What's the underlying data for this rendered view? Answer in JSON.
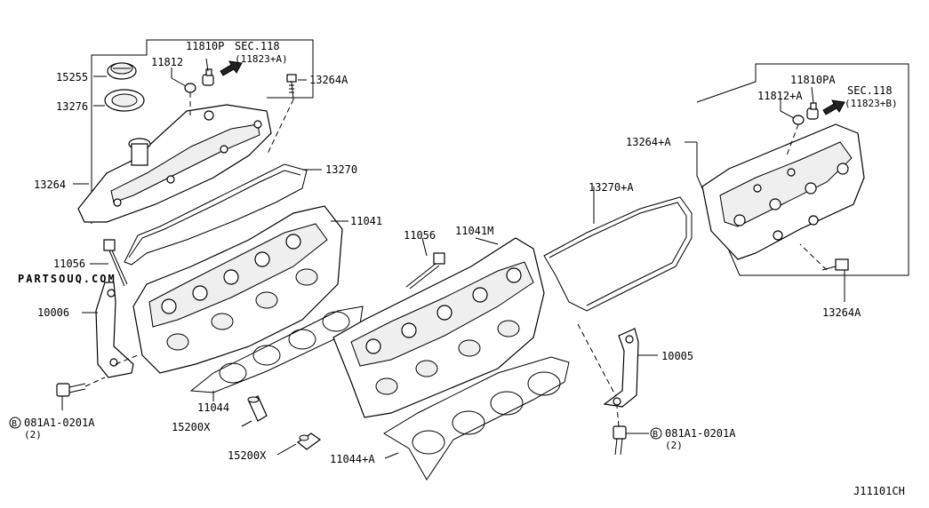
{
  "watermark": "PARTSOUQ.COM",
  "diagram_code": "J11101CH",
  "labels": {
    "p15255": "15255",
    "p13276": "13276",
    "p13264": "13264",
    "p11812": "11812",
    "p11810P": "11810P",
    "sec118_left": "SEC.118",
    "sec118_left_ref": "(11823+A)",
    "p13264A_top": "13264A",
    "p13270": "13270",
    "p11041": "11041",
    "p11056_left": "11056",
    "p10006": "10006",
    "p081A1_left": "081A1-0201A",
    "p081A1_left_qty": "(2)",
    "p11044": "11044",
    "p15200X_1": "15200X",
    "p15200X_2": "15200X",
    "p11056_mid": "11056",
    "p11041M": "11041M",
    "p11044A": "11044+A",
    "p13270A": "13270+A",
    "p13264A_plus": "13264+A",
    "p11812A": "11812+A",
    "p11810PA": "11810PA",
    "sec118_right": "SEC.118",
    "sec118_right_ref": "(11823+B)",
    "p13264A_right": "13264A",
    "p10005": "10005",
    "p081A1_right": "081A1-0201A",
    "p081A1_right_qty": "(2)",
    "circle_B": "B"
  }
}
